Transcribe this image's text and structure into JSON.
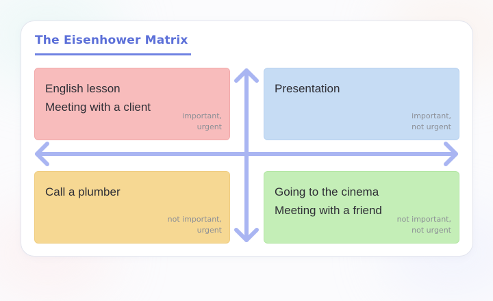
{
  "matrix": {
    "title": "The Eisenhower Matrix",
    "quadrants": [
      {
        "id": "important-urgent",
        "tasks": [
          "English lesson",
          "Meeting with a client"
        ],
        "tag_line1": "important,",
        "tag_line2": "urgent",
        "color": "#f8bcbc"
      },
      {
        "id": "important-not-urgent",
        "tasks": [
          "Presentation"
        ],
        "tag_line1": "important,",
        "tag_line2": "not urgent",
        "color": "#c6dcf4"
      },
      {
        "id": "not-important-urgent",
        "tasks": [
          "Call a plumber"
        ],
        "tag_line1": "not important,",
        "tag_line2": "urgent",
        "color": "#f6d893"
      },
      {
        "id": "not-important-not-urgent",
        "tasks": [
          "Going to the cinema",
          "Meeting with a friend"
        ],
        "tag_line1": "not important,",
        "tag_line2": "not urgent",
        "color": "#c4eeb7"
      }
    ],
    "accent_color": "#6f82e2",
    "axis_color": "#a9b5f2"
  }
}
